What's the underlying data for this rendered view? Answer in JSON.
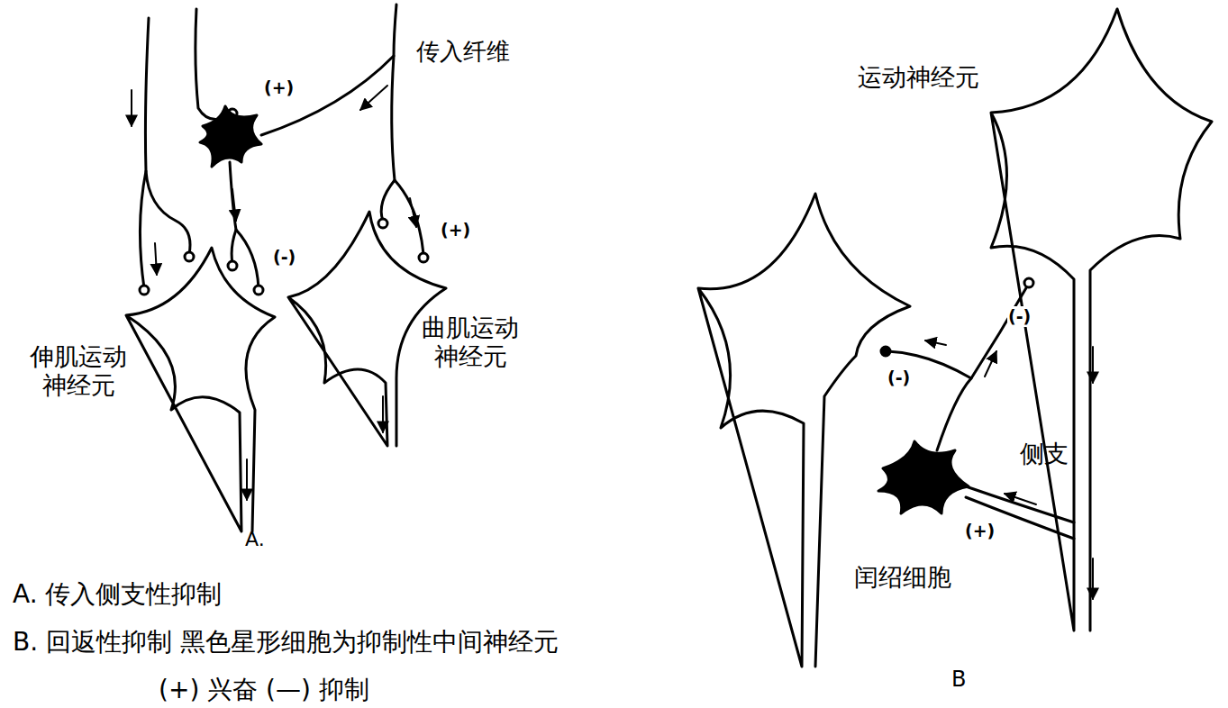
{
  "diagram": {
    "labels": [
      "传入纤维",
      "(+)",
      "(-)",
      "(+)",
      "伸肌运动 神经元",
      "曲肌运动 神经元",
      "A.",
      "运动神经元",
      "(-)",
      "(-)",
      "侧支",
      "(+)",
      "闰绍细胞",
      "B",
      "A.  传入侧支性抑制",
      "B. 回返性抑制  黑色星形细胞为抑制性中间神经元",
      "(+) 兴奋  (—) 抑制"
    ]
  }
}
